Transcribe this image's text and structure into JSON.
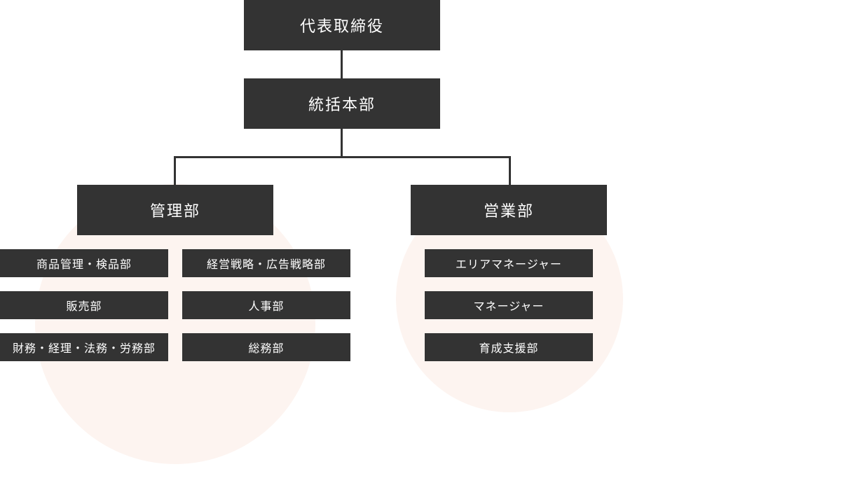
{
  "chart": {
    "top": {
      "label": "代表取締役"
    },
    "second": {
      "label": "統括本部"
    },
    "departments": [
      {
        "label": "管理部",
        "units": [
          "商品管理・検品部",
          "経営戦略・広告戦略部",
          "販売部",
          "人事部",
          "財務・経理・法務・労務部",
          "総務部"
        ]
      },
      {
        "label": "営業部",
        "units": [
          "エリアマネージャー",
          "マネージャー",
          "育成支援部"
        ]
      }
    ]
  },
  "colors": {
    "box": "#333333",
    "text": "#ffffff",
    "circle": "#fdf4f0",
    "line": "#333333"
  }
}
